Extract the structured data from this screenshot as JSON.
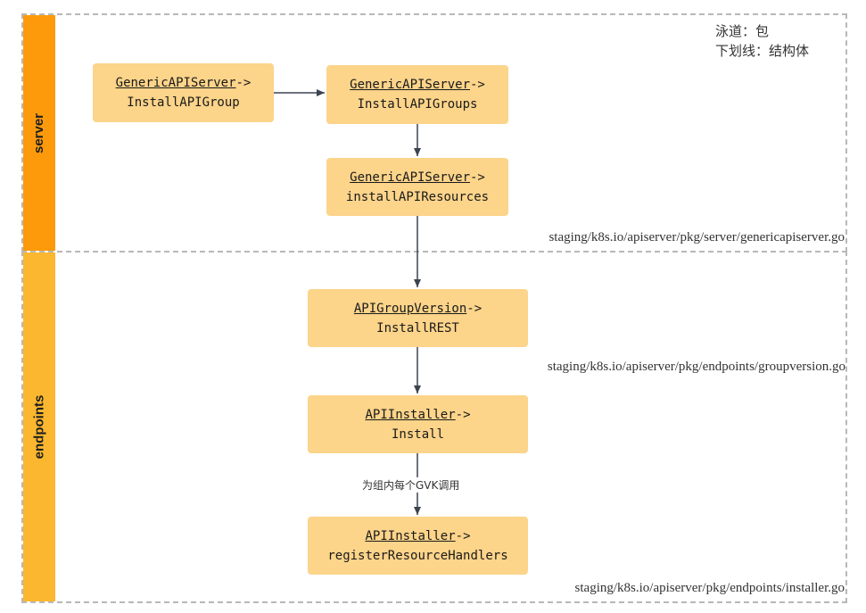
{
  "lanes": {
    "server": {
      "label": "server"
    },
    "endpoints": {
      "label": "endpoints"
    }
  },
  "legend": {
    "line1": "泳道：包",
    "line2": "下划线：结构体"
  },
  "nodes": {
    "install_api_group": {
      "struct": "GenericAPIServer",
      "arrow": "->",
      "method": "InstallAPIGroup"
    },
    "install_api_groups": {
      "struct": "GenericAPIServer",
      "arrow": "->",
      "method": "InstallAPIGroups"
    },
    "install_api_resources": {
      "struct": "GenericAPIServer",
      "arrow": "->",
      "method": "installAPIResources"
    },
    "install_rest": {
      "struct": "APIGroupVersion",
      "arrow": "->",
      "method": "InstallREST"
    },
    "install": {
      "struct": "APIInstaller",
      "arrow": "->",
      "method": "Install"
    },
    "register_handlers": {
      "struct": "APIInstaller",
      "arrow": "->",
      "method": "registerResourceHandlers"
    }
  },
  "paths": {
    "genericapiserver": "staging/k8s.io/apiserver/pkg/server/genericapiserver.go",
    "groupversion": "staging/k8s.io/apiserver/pkg/endpoints/groupversion.go",
    "installer": "staging/k8s.io/apiserver/pkg/endpoints/installer.go"
  },
  "edge_labels": {
    "per_gvk": "为组内每个GVK调用"
  }
}
